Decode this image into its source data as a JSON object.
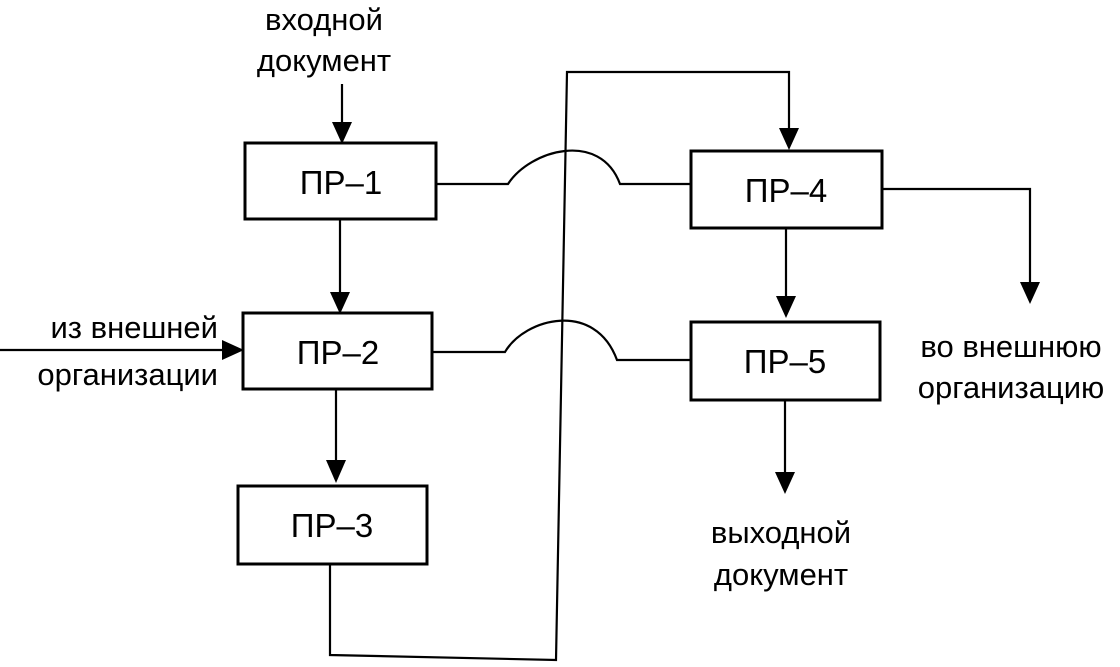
{
  "colors": {
    "stroke": "#000000",
    "background": "#ffffff"
  },
  "labels": {
    "input_doc": [
      "входной",
      "документ"
    ],
    "from_external": [
      "из внешней",
      "организации"
    ],
    "to_external": [
      "во внешнюю",
      "организацию"
    ],
    "output_doc": [
      "выходной",
      "документ"
    ]
  },
  "boxes": {
    "pr1": "ПР–1",
    "pr2": "ПР–2",
    "pr3": "ПР–3",
    "pr4": "ПР–4",
    "pr5": "ПР–5"
  }
}
